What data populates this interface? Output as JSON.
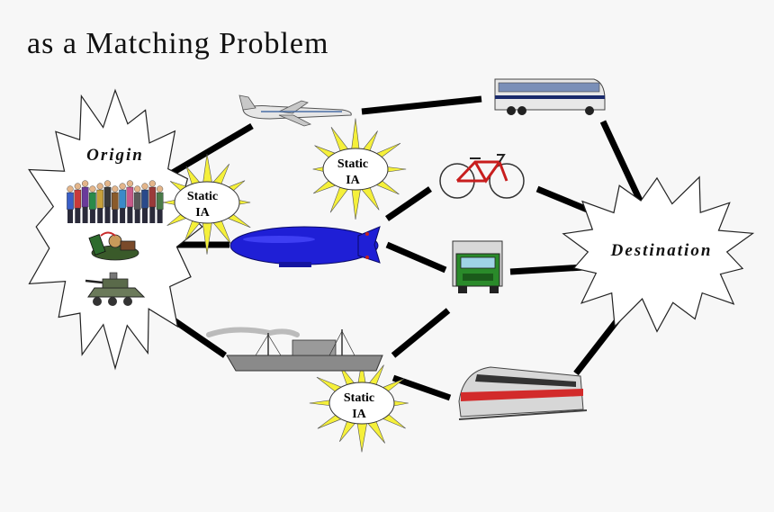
{
  "title": "as a Matching Problem",
  "origin_label": "Origin",
  "destination_label": "Destination",
  "static_ia": {
    "line1": "Static",
    "line2": "IA"
  },
  "icons": [
    "airplane-icon",
    "bus-icon",
    "bicycle-icon",
    "blimp-icon",
    "truck-icon",
    "ship-icon",
    "train-icon",
    "people-group-icon",
    "tank-icon",
    "supplies-icon"
  ]
}
